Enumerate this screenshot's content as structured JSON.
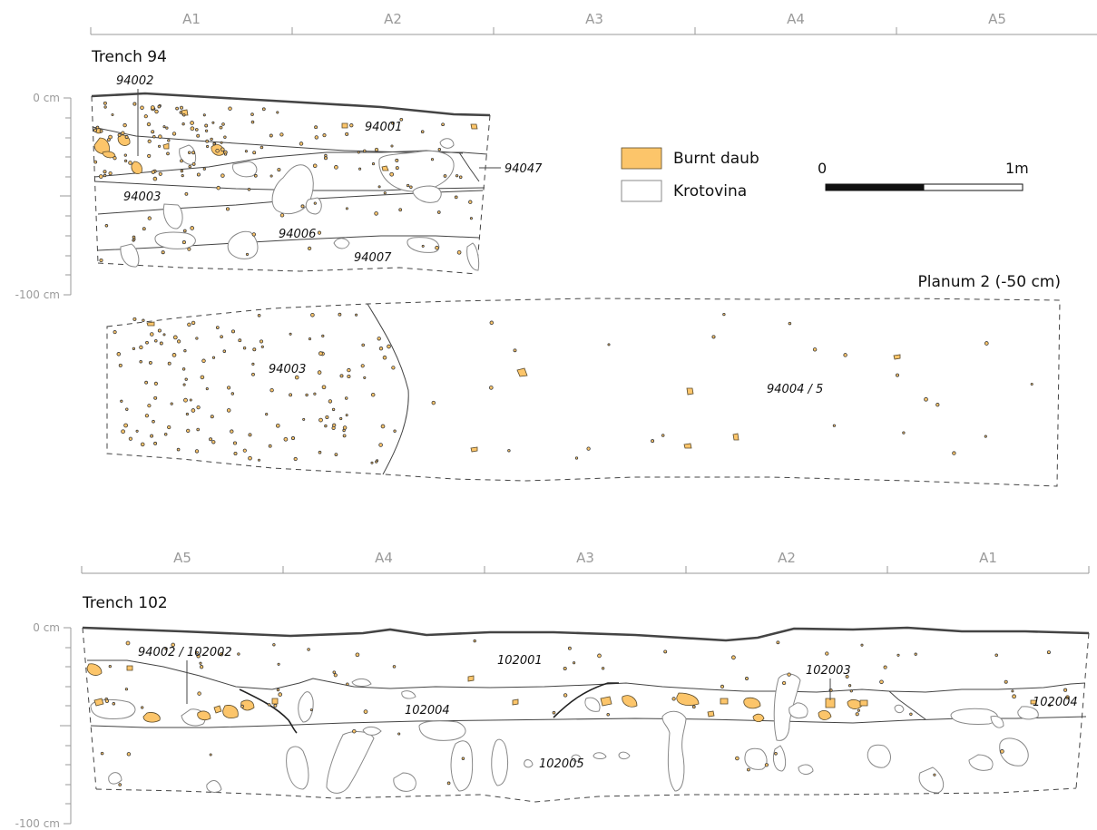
{
  "top_segments": [
    "A1",
    "A2",
    "A3",
    "A4",
    "A5"
  ],
  "bottom_segments": [
    "A5",
    "A4",
    "A3",
    "A2",
    "A1"
  ],
  "trench94": {
    "title": "Trench 94",
    "depth_top": "0 cm",
    "depth_bottom": "-100 cm",
    "contexts": {
      "c94002": "94002",
      "c94001": "94001",
      "c94047": "94047",
      "c94003": "94003",
      "c94006": "94006",
      "c94007": "94007"
    }
  },
  "legend": {
    "burnt_daub": "Burnt daub",
    "krotovina": "Krotovina",
    "burnt_daub_color": "#fcc56a"
  },
  "scale": {
    "start": "0",
    "end": "1m"
  },
  "planum": {
    "title": "Planum 2 (-50 cm)",
    "left_context": "94003",
    "right_context": "94004 / 5"
  },
  "trench102": {
    "title": "Trench 102",
    "depth_top": "0 cm",
    "depth_bottom": "-100 cm",
    "contexts": {
      "c94002_102002": "94002 / 102002",
      "c102001": "102001",
      "c102003": "102003",
      "c102004a": "102004",
      "c102004b": "102004",
      "c102005": "102005"
    }
  }
}
